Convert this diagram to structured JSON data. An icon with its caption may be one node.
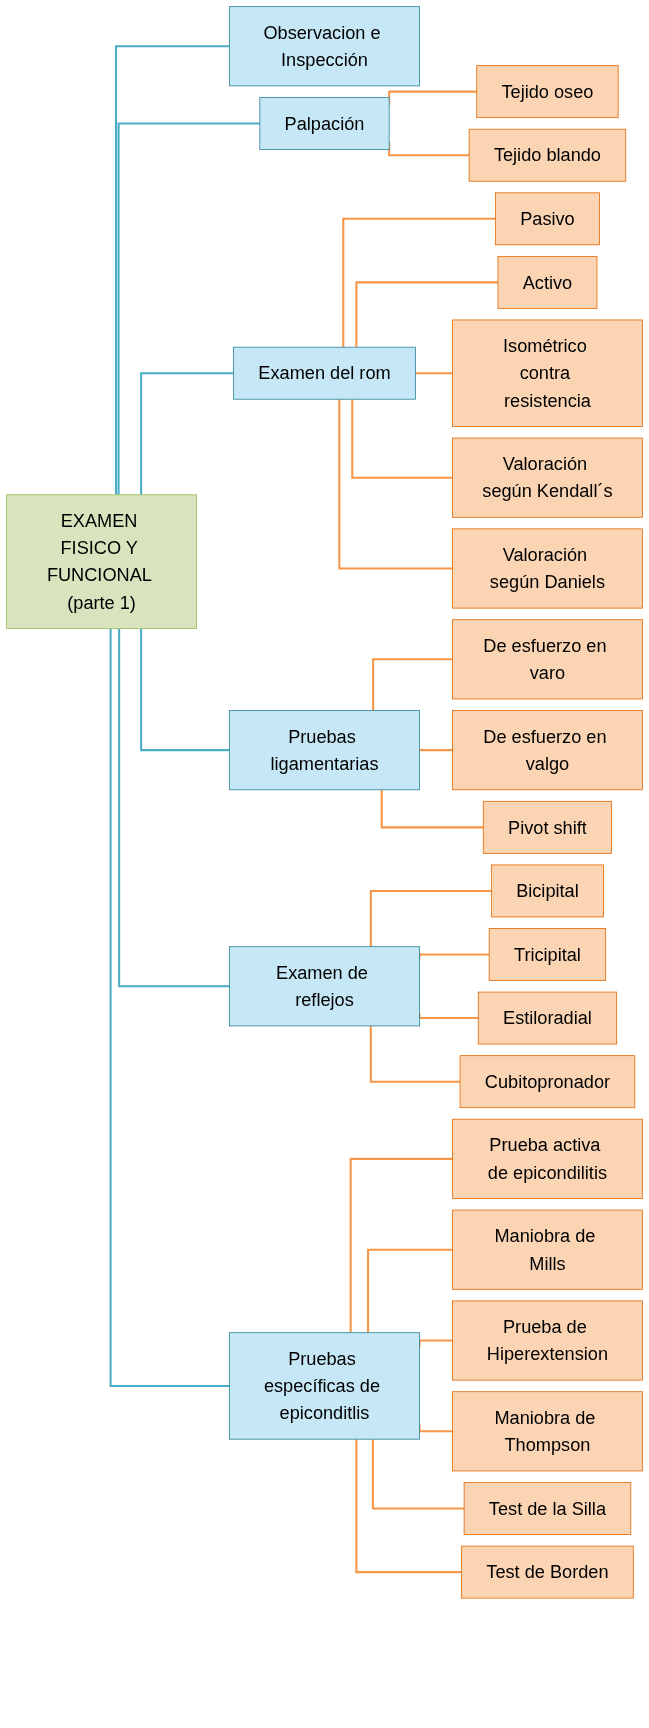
{
  "diagram": {
    "nodes": [
      {
        "text": [
          "EXAMEN FISICO Y FUNCIONAL (parte 1)"
        ]
      },
      {
        "text": [
          "Observacion e Inspección"
        ]
      },
      {
        "text": [
          "Palpación"
        ]
      },
      {
        "text": [
          "Tejido oseo"
        ]
      },
      {
        "text": [
          "Tejido blando"
        ]
      },
      {
        "text": [
          "Examen del rom"
        ]
      },
      {
        "text": [
          "Pasivo"
        ]
      },
      {
        "text": [
          "Activo"
        ]
      },
      {
        "text": [
          "Isométrico contra resistencia"
        ]
      },
      {
        "text": [
          "Valoración según Kendall´s"
        ]
      },
      {
        "text": [
          "Valoración según Daniels"
        ]
      },
      {
        "text": [
          "Pruebas ligamentarias"
        ]
      },
      {
        "text": [
          "De esfuerzo en varo"
        ]
      },
      {
        "text": [
          "De esfuerzo en valgo"
        ]
      },
      {
        "text": [
          "Pivot shift"
        ]
      },
      {
        "text": [
          "Examen de reflejos"
        ]
      },
      {
        "text": [
          "Bicipital"
        ]
      },
      {
        "text": [
          "Tricipital"
        ]
      },
      {
        "text": [
          "Estiloradial"
        ]
      },
      {
        "text": [
          "Cubitopronador"
        ]
      },
      {
        "text": [
          "Pruebas específicas de epiconditlis"
        ]
      },
      {
        "text": [
          "Prueba activa de epicondilitis"
        ]
      },
      {
        "text": [
          "Maniobra de Mills"
        ]
      },
      {
        "text": [
          "Prueba de Hiperextension"
        ]
      },
      {
        "text": [
          "Maniobra de Thompson"
        ]
      },
      {
        "text": [
          "Test de la Silla"
        ]
      },
      {
        "text": [
          "Test de Borden"
        ]
      }
    ],
    "edges": [
      {
        "from": 0,
        "to": 1,
        "arrow": "none",
        "color": "#4bacc6"
      },
      {
        "from": 0,
        "to": 2,
        "arrow": "none",
        "color": "#4bacc6"
      },
      {
        "from": 2,
        "to": 3,
        "arrow": "none"
      },
      {
        "from": 2,
        "to": 4,
        "arrow": "none"
      },
      {
        "from": 0,
        "to": 5,
        "arrow": "none",
        "color": "#4bacc6"
      },
      {
        "from": 5,
        "to": 6,
        "arrow": "none"
      },
      {
        "from": 5,
        "to": 7,
        "arrow": "none"
      },
      {
        "from": 5,
        "to": 8,
        "arrow": "none"
      },
      {
        "from": 5,
        "to": 9,
        "arrow": "none"
      },
      {
        "from": 5,
        "to": 10,
        "arrow": "none"
      },
      {
        "from": 0,
        "to": 11,
        "arrow": "none",
        "color": "#4bacc6"
      },
      {
        "from": 11,
        "to": 12,
        "arrow": "none"
      },
      {
        "from": 11,
        "to": 13,
        "arrow": "none"
      },
      {
        "from": 11,
        "to": 14,
        "arrow": "none"
      },
      {
        "from": 0,
        "to": 15,
        "arrow": "none",
        "color": "#4bacc6"
      },
      {
        "from": 15,
        "to": 16,
        "arrow": "none"
      },
      {
        "from": 15,
        "to": 17,
        "arrow": "none"
      },
      {
        "from": 15,
        "to": 18,
        "arrow": "none"
      },
      {
        "from": 15,
        "to": 19,
        "arrow": "none"
      },
      {
        "from": 0,
        "to": 20,
        "arrow": "none",
        "color": "#4bacc6"
      },
      {
        "from": 20,
        "to": 21,
        "arrow": "none"
      },
      {
        "from": 20,
        "to": 22,
        "arrow": "none"
      },
      {
        "from": 20,
        "to": 23,
        "arrow": "none"
      },
      {
        "from": 20,
        "to": 24,
        "arrow": "none"
      },
      {
        "from": 20,
        "to": 25,
        "arrow": "none"
      },
      {
        "from": 20,
        "to": 26,
        "arrow": "none"
      }
    ]
  }
}
